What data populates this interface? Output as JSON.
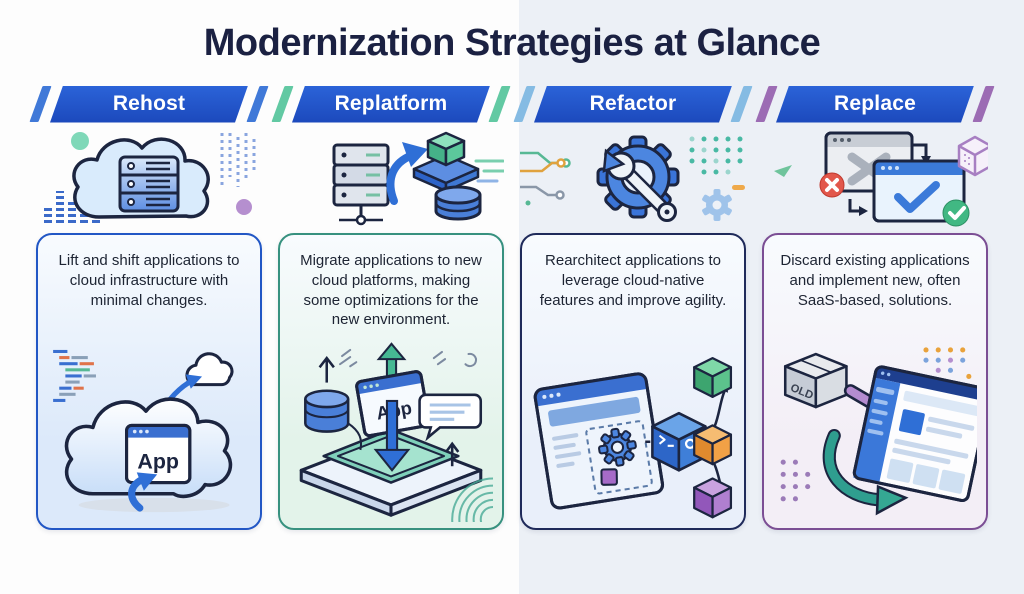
{
  "title": "Modernization Strategies at Glance",
  "theme": {
    "banner_blue": "#1c49bc",
    "banner_blue_light": "#2b63d8",
    "title_color": "#1b2142",
    "background_left": "#fdfdfd",
    "background_right": "#ecf0f6",
    "outline_dark": "#1c2540"
  },
  "columns": [
    {
      "label": "Rehost",
      "accent_color": "#4079d8",
      "card_border_color": "#2257c5",
      "card_bg_color": "#dce9fa",
      "icon_name": "cloud-with-server-icon",
      "illustration_name": "app-lifted-into-cloud",
      "description": "Lift and shift applications to cloud infrastructure with minimal changes.",
      "card": {
        "app_label": "App"
      }
    },
    {
      "label": "Replatform",
      "accent_color": "#62c9a3",
      "card_border_color": "#37917f",
      "card_bg_color": "#e3f3ea",
      "icon_name": "server-arrow-platform-database-icon",
      "illustration_name": "app-placed-on-new-platform",
      "description": "Migrate applications to new cloud platforms, making some optimizations for the new environment.",
      "card": {
        "app_label": "App"
      }
    },
    {
      "label": "Refactor",
      "accent_color": "#85bbe3",
      "card_border_color": "#1f2a5a",
      "card_bg_color": "#e9effa",
      "icon_name": "gear-with-wrench-icon",
      "illustration_name": "monolith-split-into-microservices",
      "description": "Rearchitect applications to leverage cloud-native features and improve agility.",
      "card": {}
    },
    {
      "label": "Replace",
      "accent_color": "#9c6cb4",
      "card_border_color": "#7b4e94",
      "card_bg_color": "#f3eef6",
      "icon_name": "old-window-replaced-by-new-window-icon",
      "illustration_name": "old-box-to-new-saas-app",
      "description": "Discard existing applications and implement new, often SaaS-based, solutions.",
      "card": {
        "old_label": "OLD"
      }
    }
  ]
}
